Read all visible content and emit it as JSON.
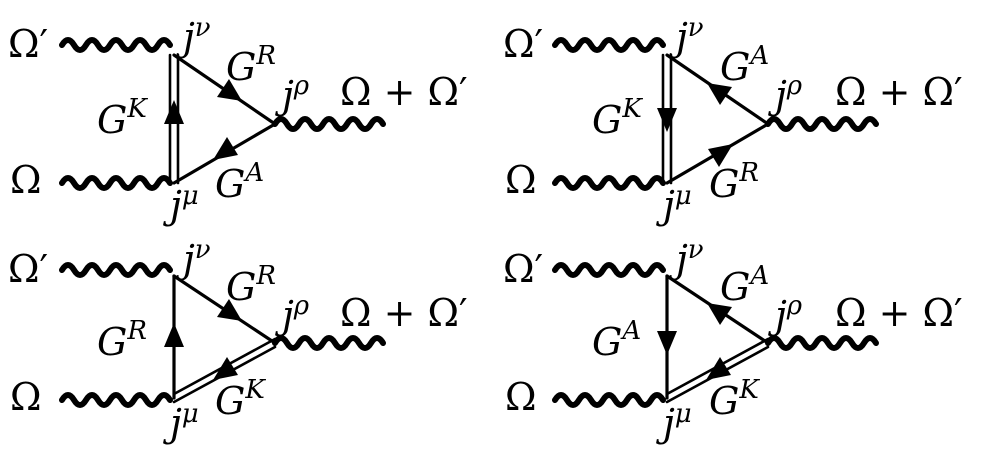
{
  "diagrams": [
    {
      "id": "d1",
      "in_top": "Ω′",
      "in_bottom": "Ω",
      "out": "Ω + Ω′",
      "vertex_top": {
        "base": "j",
        "sup": "ν"
      },
      "vertex_bottom": {
        "base": "j",
        "sup": "μ"
      },
      "vertex_right": {
        "base": "j",
        "sup": "ρ"
      },
      "left_prop": {
        "base": "G",
        "sup": "K"
      },
      "top_prop": {
        "base": "G",
        "sup": "R"
      },
      "bottom_prop": {
        "base": "G",
        "sup": "A"
      }
    },
    {
      "id": "d2",
      "in_top": "Ω′",
      "in_bottom": "Ω",
      "out": "Ω + Ω′",
      "vertex_top": {
        "base": "j",
        "sup": "ν"
      },
      "vertex_bottom": {
        "base": "j",
        "sup": "μ"
      },
      "vertex_right": {
        "base": "j",
        "sup": "ρ"
      },
      "left_prop": {
        "base": "G",
        "sup": "K"
      },
      "top_prop": {
        "base": "G",
        "sup": "A"
      },
      "bottom_prop": {
        "base": "G",
        "sup": "R"
      }
    },
    {
      "id": "d3",
      "in_top": "Ω′",
      "in_bottom": "Ω",
      "out": "Ω + Ω′",
      "vertex_top": {
        "base": "j",
        "sup": "ν"
      },
      "vertex_bottom": {
        "base": "j",
        "sup": "μ"
      },
      "vertex_right": {
        "base": "j",
        "sup": "ρ"
      },
      "left_prop": {
        "base": "G",
        "sup": "R"
      },
      "top_prop": {
        "base": "G",
        "sup": "R"
      },
      "bottom_prop": {
        "base": "G",
        "sup": "K"
      }
    },
    {
      "id": "d4",
      "in_top": "Ω′",
      "in_bottom": "Ω",
      "out": "Ω + Ω′",
      "vertex_top": {
        "base": "j",
        "sup": "ν"
      },
      "vertex_bottom": {
        "base": "j",
        "sup": "μ"
      },
      "vertex_right": {
        "base": "j",
        "sup": "ρ"
      },
      "left_prop": {
        "base": "G",
        "sup": "A"
      },
      "top_prop": {
        "base": "G",
        "sup": "A"
      },
      "bottom_prop": {
        "base": "G",
        "sup": "K"
      }
    }
  ]
}
